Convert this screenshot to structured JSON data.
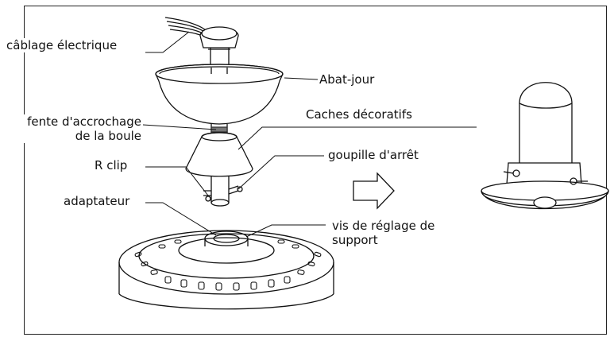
{
  "labels": {
    "cablage": "câblage électrique",
    "abat_jour": "Abat-jour",
    "fente": "fente d'accrochage\nde la boule",
    "caches": "Caches décoratifs",
    "r_clip": "R clip",
    "goupille": "goupille d'arrêt",
    "adaptateur": "adaptateur",
    "vis": "vis de réglage de\nsupport"
  },
  "colors": {
    "line": "#111111",
    "shade": "#cfcfcf",
    "dark": "#555555"
  }
}
